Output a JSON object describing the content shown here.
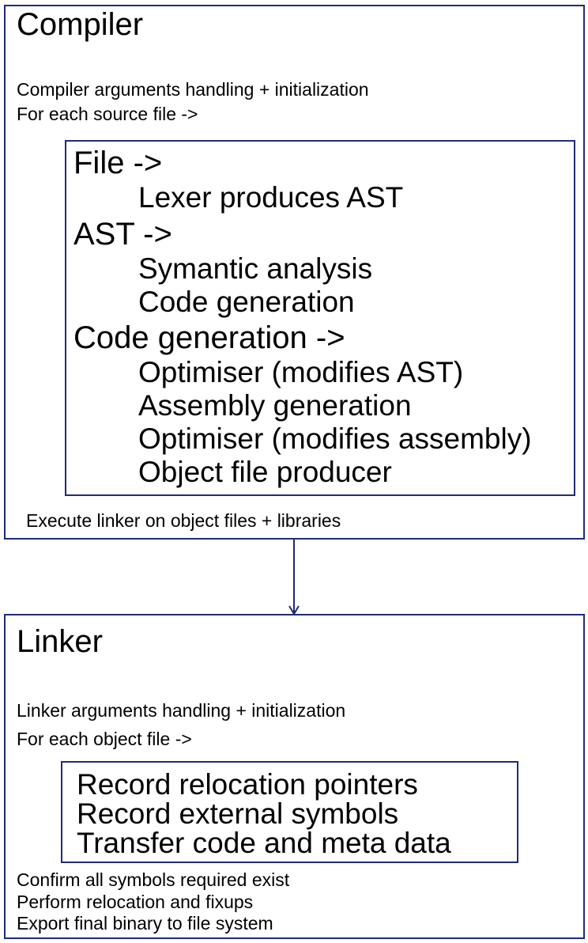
{
  "colors": {
    "border": "#1f2b7a",
    "arrow": "#1f2b7a",
    "text": "#000000",
    "background": "#ffffff"
  },
  "compiler": {
    "title": "Compiler",
    "lines": [
      "Compiler arguments handling + initialization",
      "For each source file ->"
    ],
    "inner": {
      "file_heading": "File ->",
      "file_step": "Lexer produces AST",
      "ast_heading": "AST ->",
      "ast_steps": [
        "Symantic analysis",
        "Code generation"
      ],
      "codegen_heading": "Code generation ->",
      "codegen_steps": [
        "Optimiser (modifies AST)",
        "Assembly generation",
        "Optimiser (modifies assembly)",
        "Object file producer"
      ]
    },
    "footer": "Execute linker on object files + libraries"
  },
  "linker": {
    "title": "Linker",
    "lines": [
      "Linker arguments handling + initialization",
      "For each object file ->"
    ],
    "inner_steps": [
      "Record relocation pointers",
      "Record external symbols",
      "Transfer code and meta data"
    ],
    "footer_lines": [
      "Confirm all symbols required exist",
      "Perform relocation and fixups",
      "Export final binary to file system"
    ]
  }
}
